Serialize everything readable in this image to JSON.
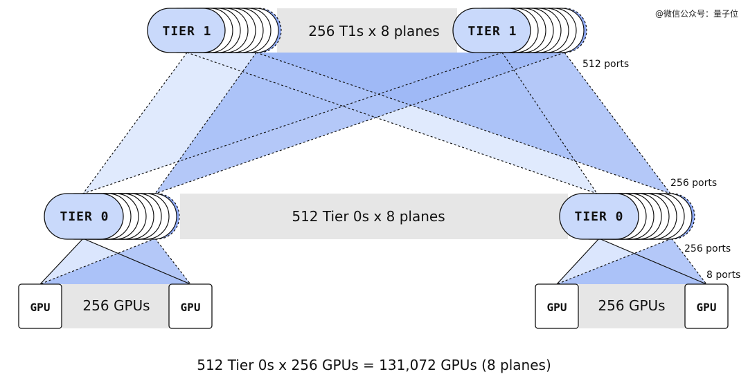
{
  "watermark": "@微信公众号：量子位",
  "tier1": {
    "left_label": "TIER 1",
    "right_label": "TIER 1",
    "band_label": "256 T1s x 8 planes",
    "ports_label": "512 ports"
  },
  "tier0": {
    "left_label": "TIER 0",
    "right_label": "TIER 0",
    "band_label": "512 Tier 0s x 8 planes",
    "upper_ports_label": "256 ports",
    "lower_ports_label": "256 ports",
    "gpu_ports_label": "8 ports"
  },
  "gpus": {
    "left_group_label": "256 GPUs",
    "right_group_label": "256 GPUs",
    "node_label": "GPU"
  },
  "summary": "512 Tier 0s x 256 GPUs = 131,072 GPUs (8 planes)",
  "colors": {
    "pill_fill": "#c9d9fb",
    "pill_shadow": "#8faaf5",
    "light_wedge": "#dbe6fd",
    "dark_wedge": "#9bb6f6",
    "band_gray": "#e6e6e6"
  }
}
